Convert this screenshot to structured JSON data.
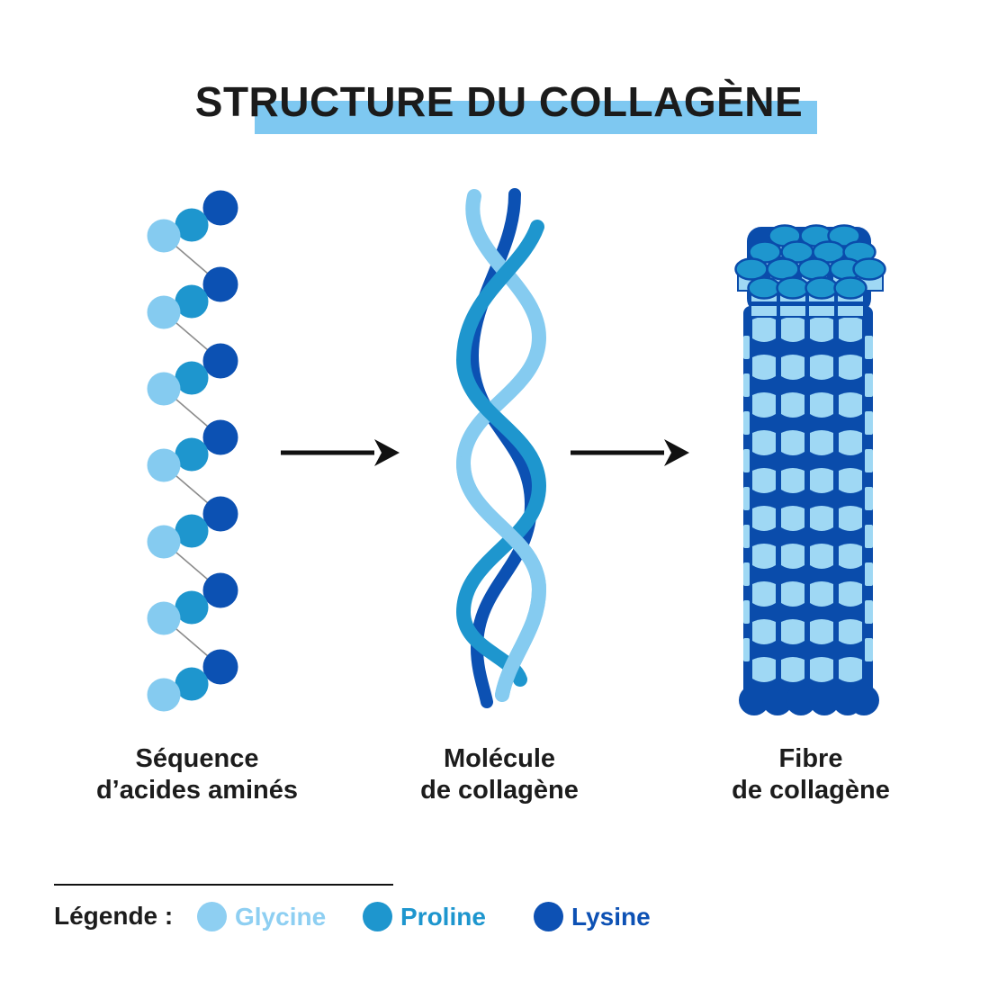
{
  "title": {
    "text": "STRUCTURE DU COLLAGÈNE"
  },
  "stages": [
    {
      "id": "amino-acid-sequence",
      "label_line1": "Séquence",
      "label_line2": "d’acides aminés"
    },
    {
      "id": "collagen-molecule",
      "label_line1": "Molécule",
      "label_line2": "de collagène"
    },
    {
      "id": "collagen-fiber",
      "label_line1": "Fibre",
      "label_line2": "de collagène"
    }
  ],
  "legend": {
    "heading": "Légende :",
    "items": [
      {
        "name": "Glycine",
        "color": "#8ECFF2"
      },
      {
        "name": "Proline",
        "color": "#1E96CE"
      },
      {
        "name": "Lysine",
        "color": "#0D51B4"
      }
    ]
  },
  "colors": {
    "glycine": "#85CBF0",
    "proline": "#1E96CE",
    "lysine": "#0C51B3",
    "fiber_dark": "#0A4CAB",
    "fiber_band": "#9FD8F4",
    "title_highlight": "#7EC8F1",
    "arrow": "#111111",
    "connector": "#8C8C8C",
    "text_dark": "#1C1C1C"
  },
  "figure": {
    "sequence": {
      "triplet_count": 7,
      "bead_order": [
        "glycine",
        "proline",
        "lysine"
      ]
    },
    "molecule": {
      "strand_count": 3
    },
    "fiber": {
      "band_columns": 4,
      "band_rows": 10,
      "top_cylinder_rows": 4
    }
  }
}
